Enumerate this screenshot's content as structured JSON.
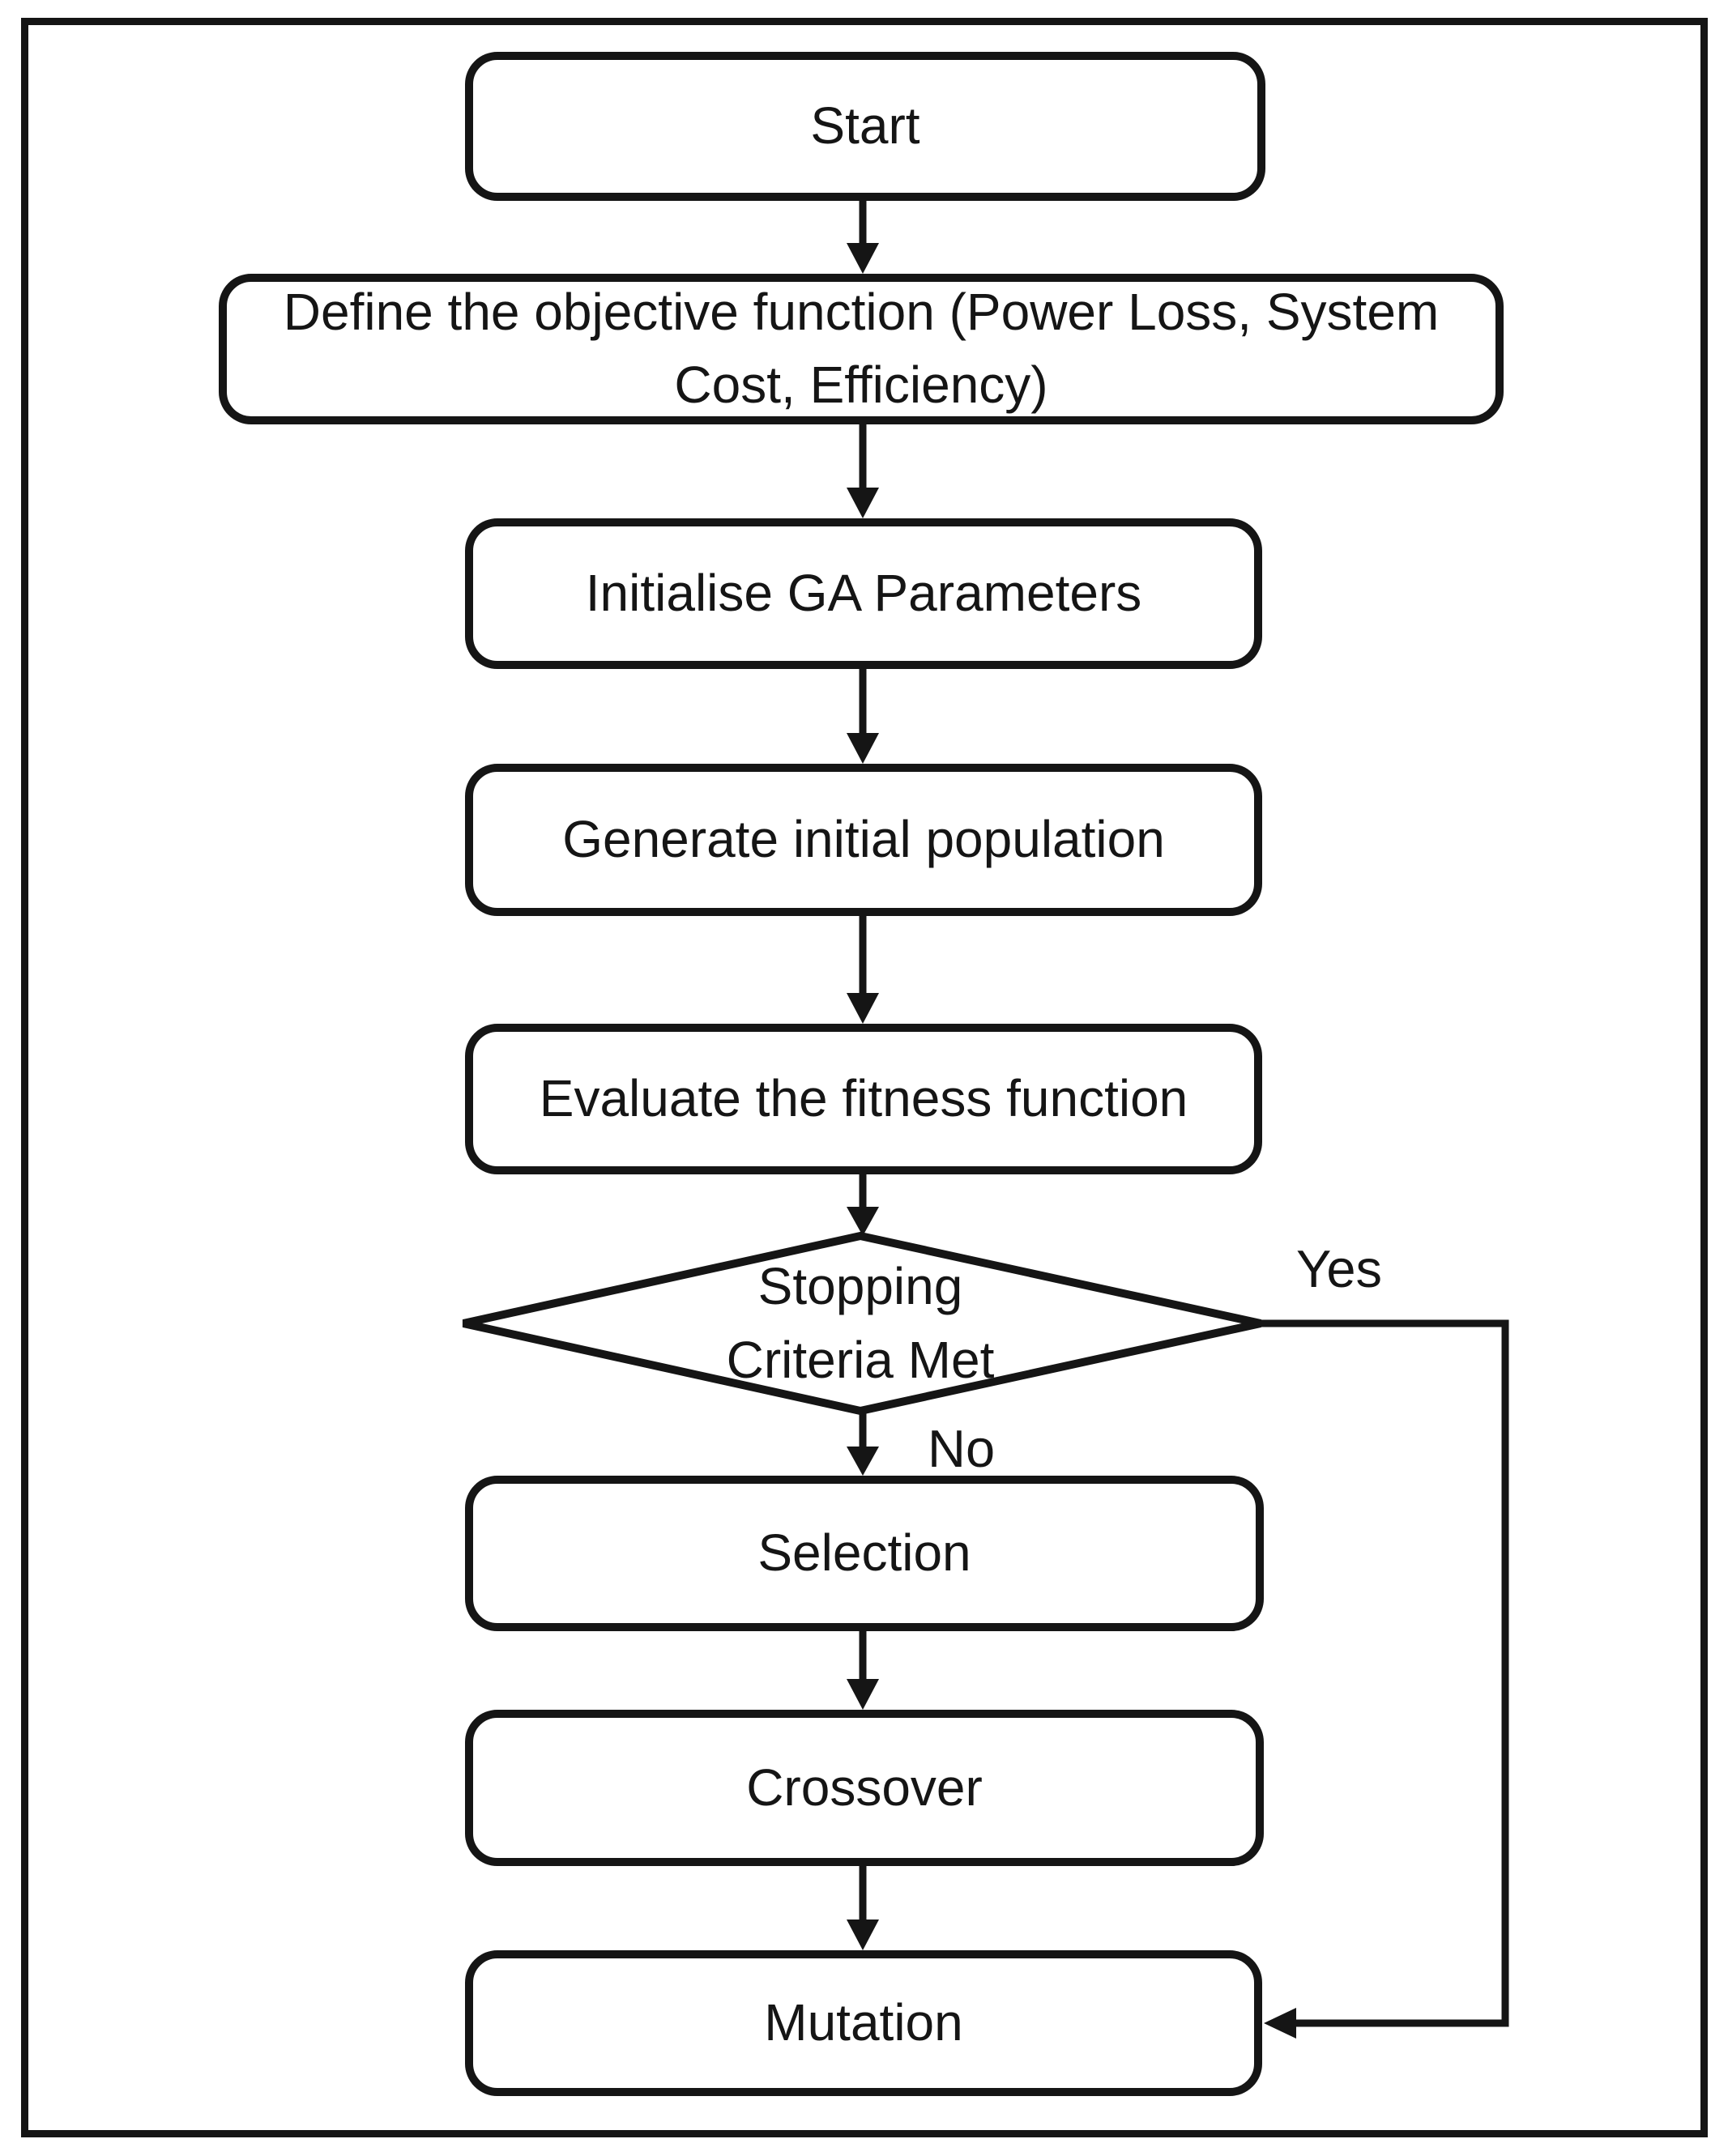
{
  "diagram": {
    "kind": "flowchart",
    "colors": {
      "stroke": "#151515",
      "background": "#ffffff",
      "text": "#151515"
    }
  },
  "nodes": {
    "start": {
      "label": "Start",
      "shape": "rounded-rectangle"
    },
    "define_objective": {
      "label": "Define the objective function (Power Loss, System Cost, Efficiency)",
      "shape": "rounded-rectangle"
    },
    "initialise_ga": {
      "label": "Initialise GA Parameters",
      "shape": "rounded-rectangle"
    },
    "generate_population": {
      "label": "Generate initial population",
      "shape": "rounded-rectangle"
    },
    "evaluate_fitness": {
      "label": "Evaluate the fitness function",
      "shape": "rounded-rectangle"
    },
    "stopping_criteria": {
      "label": "Stopping Criteria Met",
      "lines": [
        "Stopping",
        "Criteria Met"
      ],
      "shape": "diamond"
    },
    "selection": {
      "label": "Selection",
      "shape": "rounded-rectangle"
    },
    "crossover": {
      "label": "Crossover",
      "shape": "rounded-rectangle"
    },
    "mutation": {
      "label": "Mutation",
      "shape": "rounded-rectangle"
    }
  },
  "edges": {
    "yes_label": "Yes",
    "no_label": "No",
    "list": [
      {
        "from": "start",
        "to": "define_objective"
      },
      {
        "from": "define_objective",
        "to": "initialise_ga"
      },
      {
        "from": "initialise_ga",
        "to": "generate_population"
      },
      {
        "from": "generate_population",
        "to": "evaluate_fitness"
      },
      {
        "from": "evaluate_fitness",
        "to": "stopping_criteria"
      },
      {
        "from": "stopping_criteria",
        "to": "selection",
        "label": "No"
      },
      {
        "from": "selection",
        "to": "crossover"
      },
      {
        "from": "crossover",
        "to": "mutation"
      },
      {
        "from": "stopping_criteria",
        "to": "mutation",
        "label": "Yes"
      }
    ]
  }
}
